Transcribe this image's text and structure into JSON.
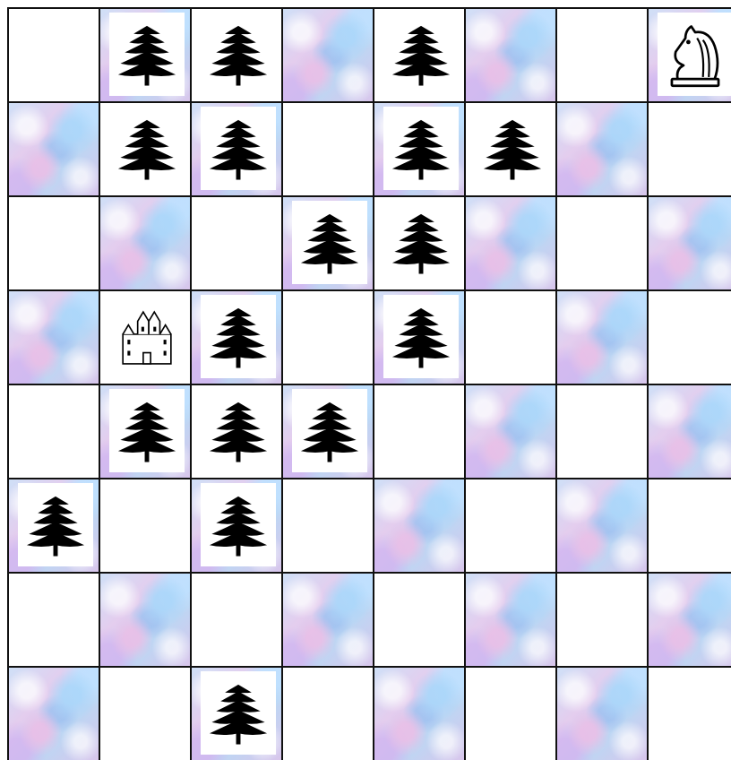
{
  "board": {
    "rows": 8,
    "cols": 8,
    "cells": [
      [
        "white",
        "tree",
        "tree",
        "marble",
        "tree",
        "marble",
        "white",
        "knight"
      ],
      [
        "marble",
        "tree",
        "tree",
        "white",
        "tree",
        "tree",
        "marble",
        "white"
      ],
      [
        "white",
        "marble",
        "white",
        "tree",
        "tree",
        "marble",
        "white",
        "marble"
      ],
      [
        "marble",
        "castle",
        "tree",
        "white",
        "tree",
        "white",
        "marble",
        "white"
      ],
      [
        "white",
        "tree",
        "tree",
        "tree",
        "white",
        "marble",
        "white",
        "marble"
      ],
      [
        "tree",
        "white",
        "tree",
        "white",
        "marble",
        "white",
        "marble",
        "white"
      ],
      [
        "white",
        "marble",
        "white",
        "marble",
        "white",
        "marble",
        "white",
        "marble"
      ],
      [
        "marble",
        "white",
        "tree",
        "white",
        "marble",
        "white",
        "marble",
        "white"
      ]
    ]
  },
  "legend": {
    "tree": "pine-tree-icon",
    "knight": "chess-knight-icon",
    "castle": "castle-icon"
  },
  "colors": {
    "grid_line": "#111111",
    "white_square": "#ffffff",
    "marble_square": "#c9d3ef",
    "piece": "#000000"
  }
}
